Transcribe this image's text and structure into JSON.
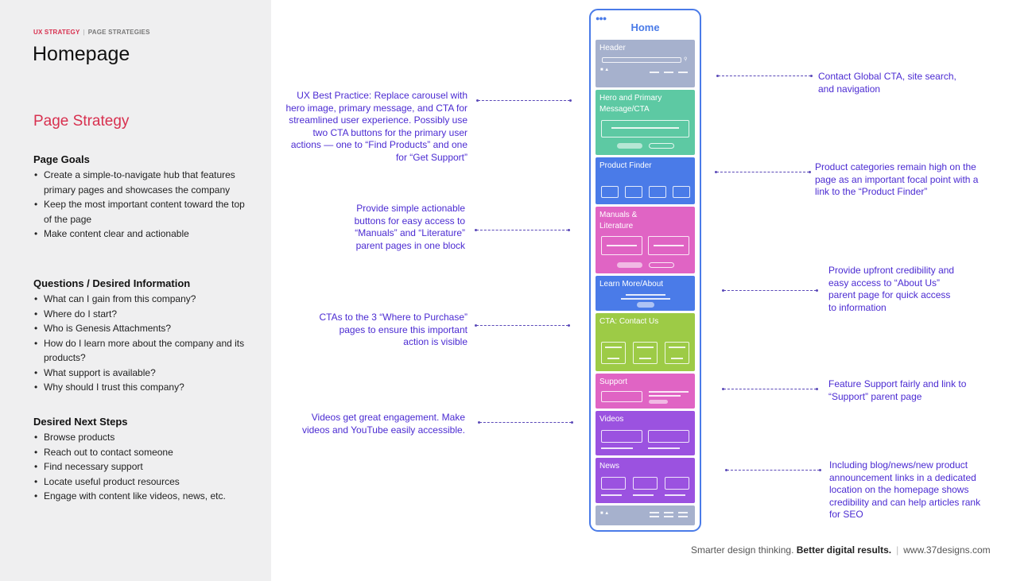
{
  "breadcrumb": {
    "section": "UX STRATEGY",
    "page": "PAGE STRATEGIES"
  },
  "page_title": "Homepage",
  "strategy_heading": "Page Strategy",
  "goals": {
    "heading": "Page Goals",
    "items": [
      "Create a simple-to-navigate hub that features primary pages and showcases the company",
      "Keep the most important content toward the top of the page",
      "Make content clear and actionable"
    ]
  },
  "questions": {
    "heading": "Questions / Desired Information",
    "items": [
      "What can I gain from this company?",
      "Where do I start?",
      "Who is Genesis Attachments?",
      "How do I learn more about the company and its products?",
      "What support is available?",
      "Why should I trust this company?"
    ]
  },
  "next_steps": {
    "heading": "Desired Next Steps",
    "items": [
      "Browse products",
      "Reach out to contact someone",
      "Find necessary support",
      "Locate useful product resources",
      "Engage with content like videos, news, etc."
    ]
  },
  "wireframe": {
    "title": "Home",
    "menu_icon": "three-dots-icon",
    "blocks": {
      "header": {
        "label": "Header",
        "color": "#a6b1cd"
      },
      "hero": {
        "label": "Hero and Primary Message/CTA",
        "color": "#5dc9a3"
      },
      "product_finder": {
        "label": "Product Finder",
        "color": "#4a7be8"
      },
      "manuals": {
        "label": "Manuals & Literature",
        "color": "#e064c4"
      },
      "learn_more": {
        "label": "Learn More/About",
        "color": "#4a7be8"
      },
      "contact": {
        "label": "CTA: Contact Us",
        "color": "#9dcb46"
      },
      "support": {
        "label": "Support",
        "color": "#e064c4"
      },
      "videos": {
        "label": "Videos",
        "color": "#9b52e0"
      },
      "news": {
        "label": "News",
        "color": "#9b52e0"
      },
      "footer": {
        "label": "",
        "color": "#a6b1cd"
      }
    }
  },
  "annotations_left": {
    "hero": "UX Best Practice: Replace carousel with hero image, primary message, and CTA for streamlined user experience. Possibly use two CTA buttons for the primary user actions — one to “Find Products” and one for “Get Support”",
    "manuals": "Provide simple actionable buttons for easy access to “Manuals” and “Literature” parent pages in one block",
    "contact": "CTAs to the 3 “Where to Purchase” pages to ensure this important action is visible",
    "videos": "Videos get great engagement. Make videos and YouTube easily accessible."
  },
  "annotations_right": {
    "header": "Contact Global CTA, site search, and navigation",
    "product_finder": "Product categories remain high on the page as an important focal point with a link to the “Product Finder”",
    "learn_more": "Provide upfront credibility and easy access to “About Us” parent page for quick access to information",
    "support": "Feature Support fairly and link to “Support” parent page",
    "news": "Including blog/news/new product announcement links in a dedicated location on the homepage shows credibility and can help articles rank for SEO"
  },
  "footer": {
    "tagline": "Smarter design thinking.",
    "tagline_bold": "Better digital results.",
    "url": "www.37designs.com"
  },
  "colors": {
    "accent_red": "#d8304f",
    "annotation_purple": "#4b2bd2",
    "wireframe_blue": "#4a7be8"
  }
}
